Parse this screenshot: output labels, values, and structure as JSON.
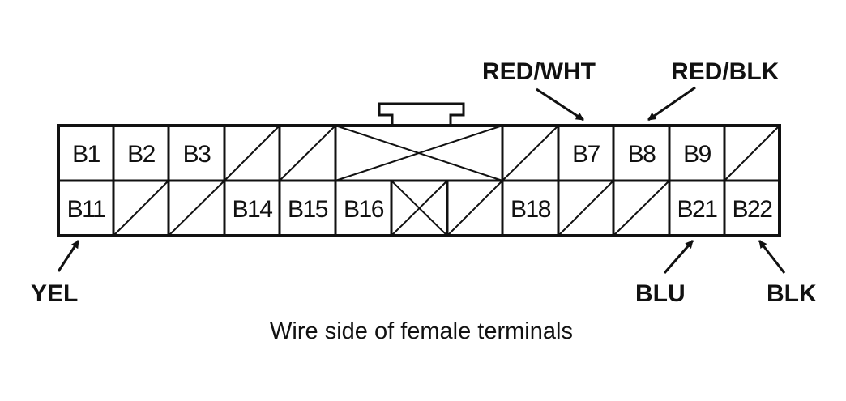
{
  "connector": {
    "top_row": [
      {
        "label": "B1",
        "state": "terminal"
      },
      {
        "label": "B2",
        "state": "terminal"
      },
      {
        "label": "B3",
        "state": "terminal"
      },
      {
        "label": "",
        "state": "empty"
      },
      {
        "label": "",
        "state": "empty"
      },
      {
        "label": "",
        "state": "cross-wide"
      },
      {
        "label": "",
        "state": "empty"
      },
      {
        "label": "B7",
        "state": "terminal"
      },
      {
        "label": "B8",
        "state": "terminal"
      },
      {
        "label": "B9",
        "state": "terminal"
      },
      {
        "label": "",
        "state": "empty"
      }
    ],
    "bottom_row": [
      {
        "label": "B11",
        "state": "terminal"
      },
      {
        "label": "",
        "state": "empty"
      },
      {
        "label": "",
        "state": "empty"
      },
      {
        "label": "B14",
        "state": "terminal"
      },
      {
        "label": "B15",
        "state": "terminal"
      },
      {
        "label": "B16",
        "state": "terminal"
      },
      {
        "label": "",
        "state": "cross"
      },
      {
        "label": "",
        "state": "empty"
      },
      {
        "label": "B18",
        "state": "terminal"
      },
      {
        "label": "",
        "state": "empty"
      },
      {
        "label": "",
        "state": "empty"
      },
      {
        "label": "B21",
        "state": "terminal"
      },
      {
        "label": "B22",
        "state": "terminal"
      }
    ]
  },
  "wires": {
    "b7": "RED/WHT",
    "b8": "RED/BLK",
    "b11": "YEL",
    "b21": "BLU",
    "b22": "BLK"
  },
  "caption": "Wire side of female terminals",
  "colors": {
    "line": "#111111",
    "background": "#ffffff"
  }
}
